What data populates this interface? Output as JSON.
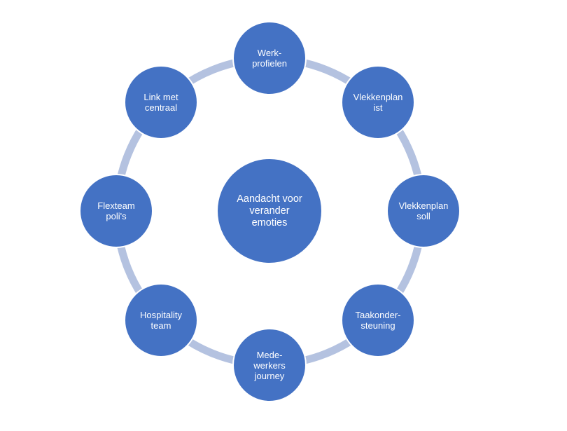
{
  "colors": {
    "node_fill": "#4472c4",
    "ring": "#b4c2e0",
    "text": "#ffffff",
    "background": "#ffffff"
  },
  "diagram": {
    "center": {
      "label": "Aandacht voor\nverander\nemoties"
    },
    "nodes": [
      {
        "label": "Werk-\nprofielen"
      },
      {
        "label": "Vlekkenplan\nist"
      },
      {
        "label": "Vlekkenplan\nsoll"
      },
      {
        "label": "Taakonder-\nsteuning"
      },
      {
        "label": "Mede-\nwerkers\njourney"
      },
      {
        "label": "Hospitality\nteam"
      },
      {
        "label": "Flexteam\npoli's"
      },
      {
        "label": "Link met\ncentraal"
      }
    ]
  }
}
